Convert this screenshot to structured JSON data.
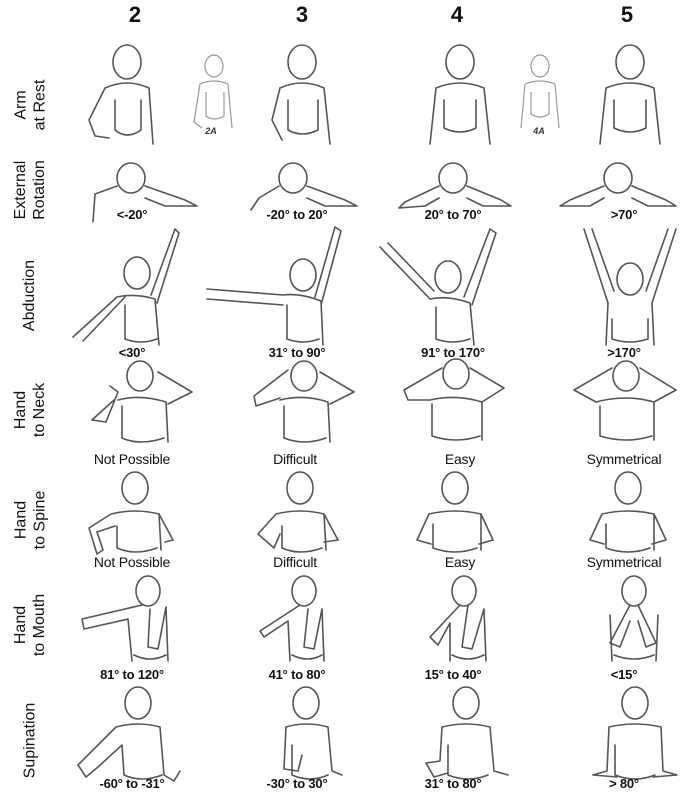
{
  "grades": [
    "2",
    "3",
    "4",
    "5"
  ],
  "rows": [
    {
      "label": "Arm\nat Rest",
      "captions": [],
      "sub_figures": [
        "2A",
        "4A"
      ]
    },
    {
      "label": "External\nRotation",
      "captions": [
        "<-20°",
        "-20° to 20°",
        "20° to 70°",
        ">70°"
      ]
    },
    {
      "label": "Abduction",
      "captions": [
        "<30°",
        "31° to 90°",
        "91° to 170°",
        ">170°"
      ]
    },
    {
      "label": "Hand\nto Neck",
      "captions": [
        "Not Possible",
        "Difficult",
        "Easy",
        "Symmetrical"
      ]
    },
    {
      "label": "Hand\nto Spine",
      "captions": [
        "Not Possible",
        "Difficult",
        "Easy",
        "Symmetrical"
      ]
    },
    {
      "label": "Hand\nto Mouth",
      "captions": [
        "81° to 120°",
        "41° to 80°",
        "15° to 40°",
        "<15°"
      ]
    },
    {
      "label": "Supination",
      "captions": [
        "-60° to -31°",
        "-30° to 30°",
        "31° to 80°",
        "> 80°"
      ]
    }
  ]
}
